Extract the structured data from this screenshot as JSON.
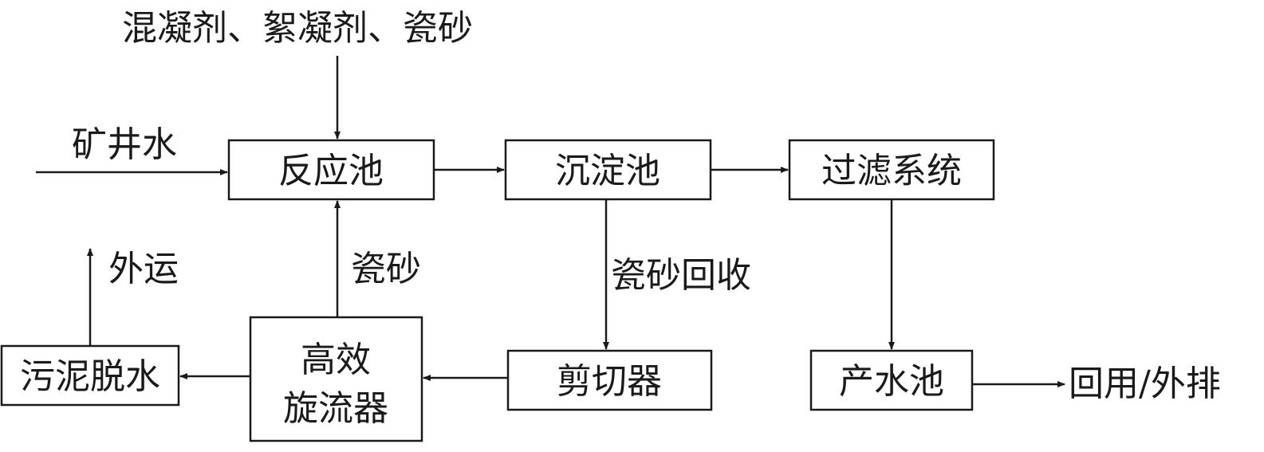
{
  "nodes": {
    "reaction_tank": "反应池",
    "settling_tank": "沉淀池",
    "filter_system": "过滤系统",
    "product_water_tank": "产水池",
    "shear": "剪切器",
    "hydrocyclone_line1": "高效",
    "hydrocyclone_line2": "旋流器",
    "sludge_dewatering": "污泥脱水"
  },
  "labels": {
    "additives": "混凝剂、絮凝剂、瓷砂",
    "mine_water": "矿井水",
    "ceramic_sand": "瓷砂",
    "ceramic_sand_recovery": "瓷砂回收",
    "transport_out": "外运",
    "reuse_discharge": "回用/外排"
  },
  "colors": {
    "line": "#1a1a1a",
    "background": "#ffffff"
  }
}
